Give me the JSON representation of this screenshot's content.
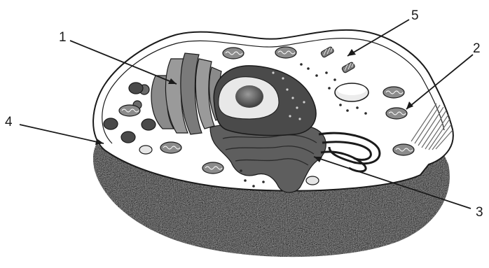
{
  "diagram": {
    "callouts": [
      {
        "number": "1",
        "points_to": "golgi-apparatus"
      },
      {
        "number": "2",
        "points_to": "mitochondrion"
      },
      {
        "number": "3",
        "points_to": "endoplasmic-reticulum"
      },
      {
        "number": "4",
        "points_to": "cell-membrane"
      },
      {
        "number": "5",
        "points_to": "centrioles"
      }
    ],
    "colors": {
      "outline": "#1a1a1a",
      "cytoplasm": "#ffffff",
      "cut_face": "#4a4a4a",
      "organelle_dark": "#5a5a5a",
      "organelle_mid": "#8a8a8a",
      "organelle_light": "#c8c8c8"
    }
  }
}
